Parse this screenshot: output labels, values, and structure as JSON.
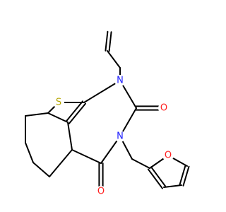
{
  "molecule": {
    "atoms": {
      "sulfur": {
        "label": "S",
        "color": "#b5a600"
      },
      "n1": {
        "label": "N",
        "color": "#1f1fff"
      },
      "n3": {
        "label": "N",
        "color": "#1f1fff"
      },
      "o2": {
        "label": "O",
        "color": "#ff1f1f"
      },
      "o4": {
        "label": "O",
        "color": "#ff1f1f"
      },
      "o_furan": {
        "label": "O",
        "color": "#ff1f1f"
      }
    },
    "bond_color": "#000000"
  }
}
